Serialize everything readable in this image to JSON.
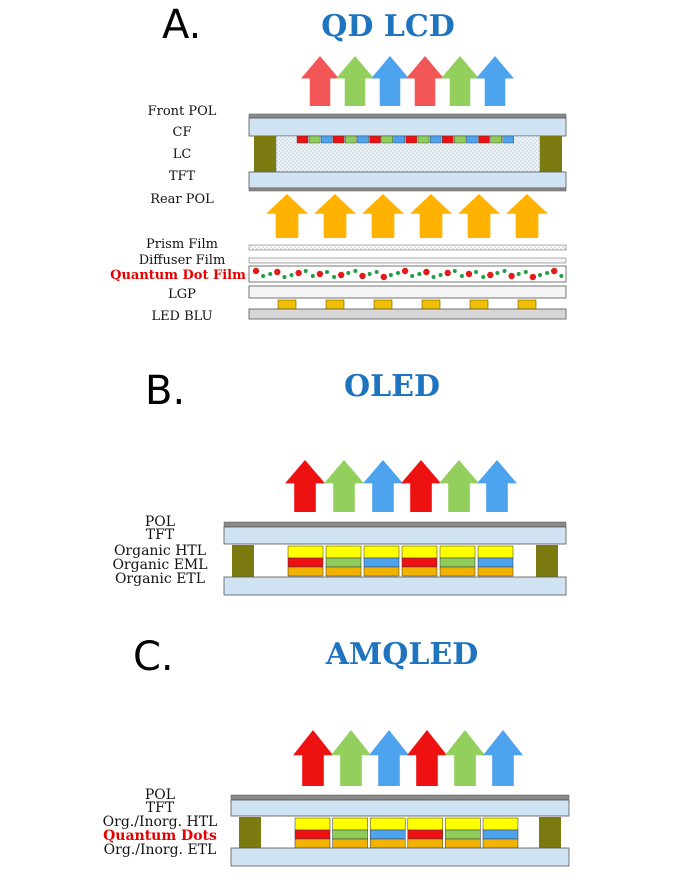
{
  "colors": {
    "red_arrow": "#f25656",
    "red_arrow_strong": "#ee1111",
    "green_arrow": "#92cf5c",
    "blue_arrow": "#4da3ee",
    "yellow_arrow": "#ffb300",
    "title_blue": "#1f74bf",
    "highlight_red": "#e60000",
    "glass": "#cfe3f3",
    "spacer": "#7a7a10",
    "pixel_red": "#ee1111",
    "pixel_green": "#8fcc5a",
    "pixel_blue": "#4ea3ef",
    "pixel_yellow": "#ffff00",
    "pixel_orange": "#f2b300",
    "qd_red": "#e21b1b",
    "qd_green": "#1ea043",
    "led": "#f0c000",
    "polarizer": "#8a8a8a"
  },
  "panel_a": {
    "letter": "A.",
    "title": "QD LCD",
    "labels": {
      "front_pol": "Front POL",
      "cf": "CF",
      "lc": "LC",
      "tft": "TFT",
      "rear_pol": "Rear POL",
      "prism": "Prism Film",
      "diffuser": "Diffuser Film",
      "qd_film": "Quantum Dot Film",
      "lgp": "LGP",
      "led_blu": "LED BLU"
    }
  },
  "panel_b": {
    "letter": "B.",
    "title": "OLED",
    "labels": {
      "pol": "POL",
      "tft": "TFT",
      "htl": "Organic HTL",
      "eml": "Organic EML",
      "etl": "Organic ETL"
    }
  },
  "panel_c": {
    "letter": "C.",
    "title": "AMQLED",
    "labels": {
      "pol": "POL",
      "tft": "TFT",
      "htl": "Org./Inorg. HTL",
      "qd": "Quantum Dots",
      "etl": "Org./Inorg. ETL"
    }
  }
}
